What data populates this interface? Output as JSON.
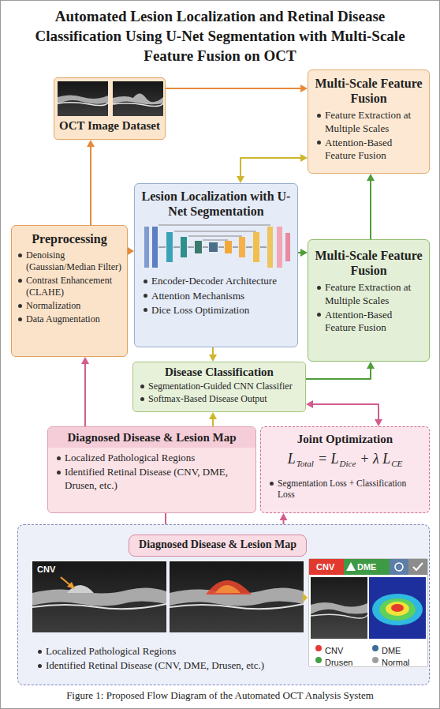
{
  "diagram": {
    "title": "Automated Lesion Localization and Retinal Disease Classification Using U-Net Segmentation with Multi-Scale Feature Fusion on OCT",
    "caption": "Figure 1: Proposed Flow Diagram of the Automated OCT Analysis System",
    "nodes": [
      {
        "text": [
          "OCT Image Dataset"
        ]
      },
      {
        "text": [
          "Multi-Scale Feature Fusion",
          "Feature Extraction at Multiple Scales",
          "Attention-Based Feature Fusion"
        ]
      },
      {
        "text": [
          "Preprocessing",
          "Denoising (Gaussian/Median Filter)",
          "Contrast Enhancement (CLAHE)",
          "Normalization",
          "Data Augmentation"
        ]
      },
      {
        "text": [
          "Lesion Localization with U-Net Segmentation",
          "Encoder-Decoder Architecture",
          "Attention Mechanisms",
          "Dice Loss Optimization"
        ]
      },
      {
        "text": [
          "Multi-Scale Feature Fusion",
          "Feature Extraction at Multiple Scales",
          "Attention-Based Feature Fusion"
        ]
      },
      {
        "text": [
          "Disease Classification",
          "Segmentation-Guided CNN Classifier",
          "Softmax-Based Disease Output"
        ]
      },
      {
        "text": [
          "Diagnosed Disease & Lesion Map",
          "Localized Pathological Regions",
          "Identified Retinal Disease (CNV, DME, Drusen, etc.)"
        ]
      },
      {
        "text": [
          "Joint Optimization",
          "L",
          "Total",
          "= L",
          "Dice",
          "+ λ L",
          "CE",
          "Segmentation Loss + Classification Loss"
        ]
      },
      {
        "text": [
          "Localized Pathological Regions",
          "Identified Retinal Disease (CNV, DME, Drusen, etc.)"
        ]
      },
      {
        "text": [
          "Diagnosed Disease & Lesion Map"
        ],
        "in": 8
      },
      {
        "text": [
          "CNV",
          "DME"
        ],
        "in": 8
      }
    ],
    "edges": [
      {
        "from": 2,
        "to": 0,
        "arrow": "to"
      },
      {
        "from": 0,
        "to": 1,
        "arrow": "to"
      },
      {
        "from": 2,
        "to": 3,
        "arrow": "to"
      },
      {
        "from": 3,
        "to": 1,
        "arrow": "both"
      },
      {
        "from": 3,
        "to": 4,
        "arrow": "to"
      },
      {
        "from": 4,
        "to": 1,
        "arrow": "to"
      },
      {
        "from": 3,
        "to": 5,
        "arrow": "to"
      },
      {
        "from": 5,
        "to": 4,
        "arrow": "to"
      },
      {
        "from": 6,
        "to": 5,
        "arrow": "to"
      },
      {
        "from": 6,
        "to": 2,
        "arrow": "to"
      },
      {
        "from": 5,
        "to": 7,
        "arrow": "both"
      },
      {
        "from": 6,
        "to": 9,
        "arrow": "to"
      },
      {
        "from": 9,
        "to": 10,
        "arrow": "to"
      },
      {
        "from": 9,
        "to": 7,
        "arrow": "to"
      }
    ],
    "labels": [
      "CNV"
    ],
    "legend": [
      {
        "text": "CNV",
        "color": "#e53935"
      },
      {
        "text": "DME",
        "color": "#3d6d99"
      },
      {
        "text": "Drusen",
        "color": "#43a047"
      },
      {
        "text": "Normal",
        "color": "#9e9e9e"
      }
    ]
  }
}
